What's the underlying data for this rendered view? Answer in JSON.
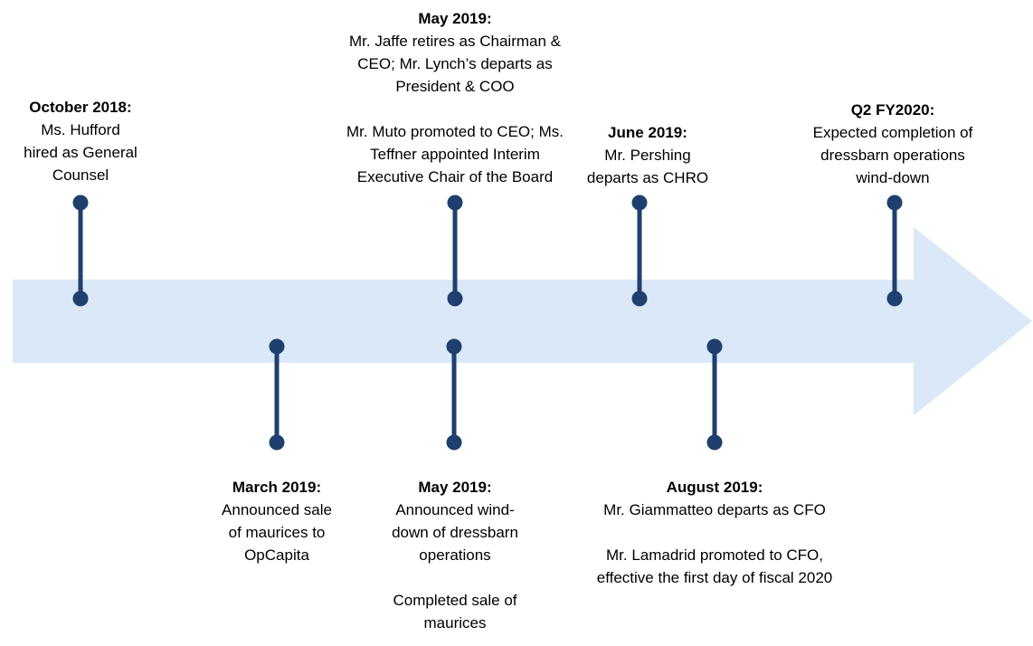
{
  "colors": {
    "arrow_fill": "#dbe8f8",
    "marker": "#1f3f6e"
  },
  "events": {
    "oct2018": {
      "date": "October 2018:",
      "lines": [
        "Ms. Hufford",
        "hired as General",
        "Counsel"
      ]
    },
    "mar2019": {
      "date": "March 2019:",
      "lines": [
        "Announced sale",
        "of maurices to",
        "OpCapita"
      ]
    },
    "may2019_top": {
      "date": "May 2019:",
      "lines": [
        "Mr. Jaffe retires as Chairman &",
        "CEO; Mr. Lynch’s departs as",
        "President & COO"
      ],
      "lines2": [
        "Mr. Muto promoted to CEO; Ms.",
        "Teffner appointed Interim",
        "Executive Chair of the Board"
      ]
    },
    "may2019_bottom": {
      "date": "May 2019:",
      "lines": [
        "Announced wind-",
        "down of dressbarn",
        "operations"
      ],
      "lines2": [
        "Completed sale of",
        "maurices"
      ]
    },
    "jun2019": {
      "date": "June 2019:",
      "lines": [
        "Mr. Pershing",
        "departs as CHRO"
      ]
    },
    "aug2019": {
      "date": "August 2019:",
      "lines": [
        "Mr. Giammatteo departs as CFO"
      ],
      "lines2": [
        "Mr. Lamadrid promoted to CFO,",
        "effective the first day of fiscal 2020"
      ]
    },
    "q2fy2020": {
      "date": "Q2 FY2020:",
      "lines": [
        "Expected completion of",
        "dressbarn operations",
        "wind-down"
      ]
    }
  }
}
